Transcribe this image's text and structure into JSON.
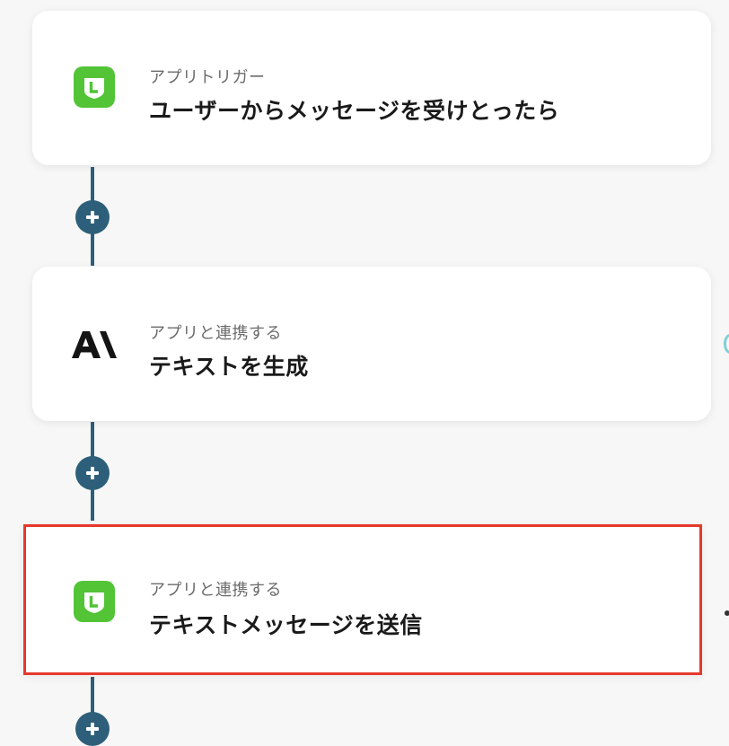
{
  "flow": {
    "steps": [
      {
        "subtitle": "アプリトリガー",
        "title": "ユーザーからメッセージを受けとったら",
        "icon": "line-app-icon",
        "icon_color": "#52c436"
      },
      {
        "subtitle": "アプリと連携する",
        "title": "テキストを生成",
        "icon": "anthropic-ai-icon",
        "icon_color": "#1a1a1a"
      },
      {
        "subtitle": "アプリと連携する",
        "title": "テキストメッセージを送信",
        "icon": "line-app-icon",
        "icon_color": "#52c436"
      }
    ],
    "connector_color": "#2e5f7a",
    "highlight_color": "#e5392c"
  }
}
